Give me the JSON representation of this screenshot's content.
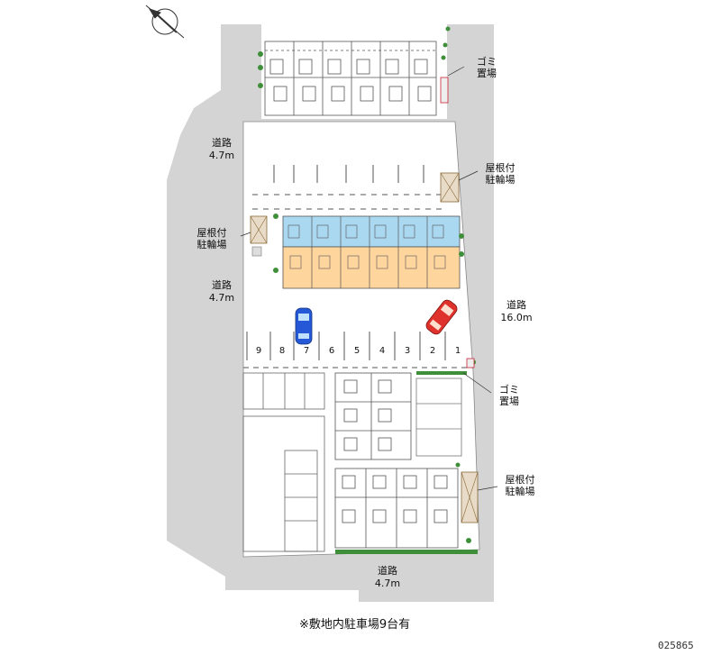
{
  "roads": [
    {
      "label": "道路",
      "width": "4.7m"
    },
    {
      "label": "道路",
      "width": "4.7m"
    },
    {
      "label": "道路",
      "width": "16.0m"
    },
    {
      "label": "道路",
      "width": "4.7m"
    }
  ],
  "facilities": {
    "garbage_1": [
      "ゴミ",
      "置場"
    ],
    "bike_1": [
      "屋根付",
      "駐輪場"
    ],
    "bike_2": [
      "屋根付",
      "駐輪場"
    ],
    "garbage_2": [
      "ゴミ",
      "置場"
    ],
    "bike_3": [
      "屋根付",
      "駐輪場"
    ]
  },
  "parking_slots": [
    "9",
    "8",
    "7",
    "6",
    "5",
    "4",
    "3",
    "2",
    "1"
  ],
  "footnote": "※敷地内駐車場9台有",
  "map_code": "025865",
  "colors": {
    "road": "#d4d4d4",
    "lot": "#ffffff",
    "building_outline": "#555555",
    "highlight_blue": "#a9d8f0",
    "highlight_orange": "#ffd59e",
    "car_blue": "#2458d6",
    "car_red": "#e0322c",
    "greenery": "#3f8f3a"
  }
}
